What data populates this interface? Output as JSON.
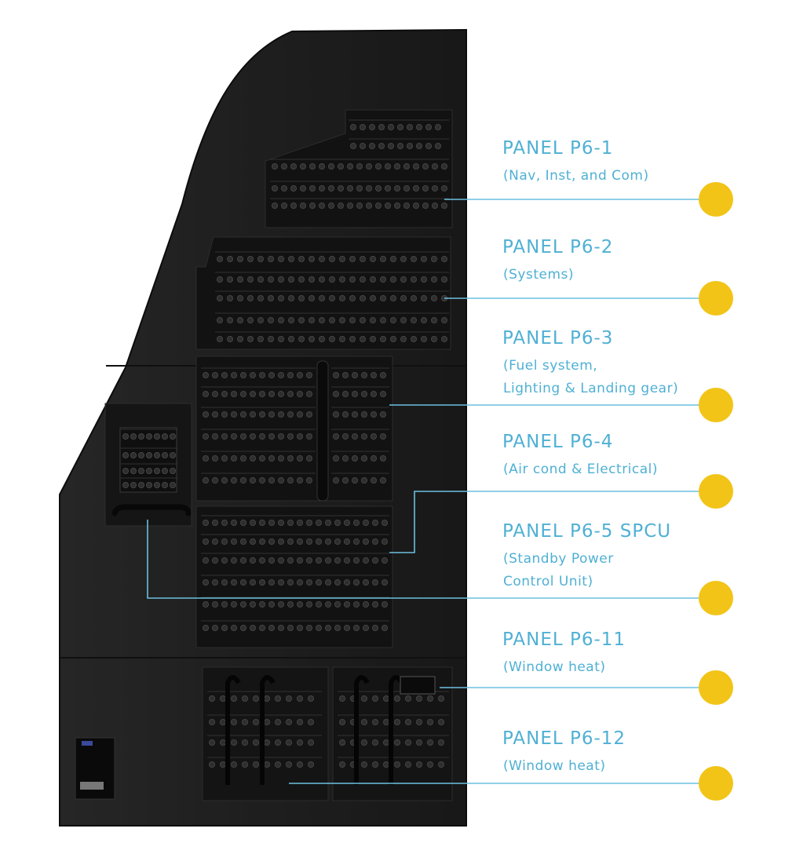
{
  "colors": {
    "accent_text": "#4fb0d4",
    "leader_line": "#6cc0df",
    "marker": "#f2c417",
    "cabinet": "#1c1c1c",
    "panel": "#111111"
  },
  "callouts": [
    {
      "title": "PANEL P6-1",
      "lines": [
        "(Nav, Inst, and Com)"
      ]
    },
    {
      "title": "PANEL P6-2",
      "lines": [
        "(Systems)"
      ]
    },
    {
      "title": "PANEL P6-3",
      "lines": [
        "(Fuel system,",
        "Lighting & Landing gear)"
      ]
    },
    {
      "title": "PANEL P6-4",
      "lines": [
        "(Air cond & Electrical)"
      ]
    },
    {
      "title": "PANEL P6-5 SPCU",
      "lines": [
        "(Standby Power",
        "Control Unit)"
      ]
    },
    {
      "title": "PANEL P6-11",
      "lines": [
        "(Window heat)"
      ]
    },
    {
      "title": "PANEL P6-12",
      "lines": [
        "(Window heat)"
      ]
    }
  ]
}
